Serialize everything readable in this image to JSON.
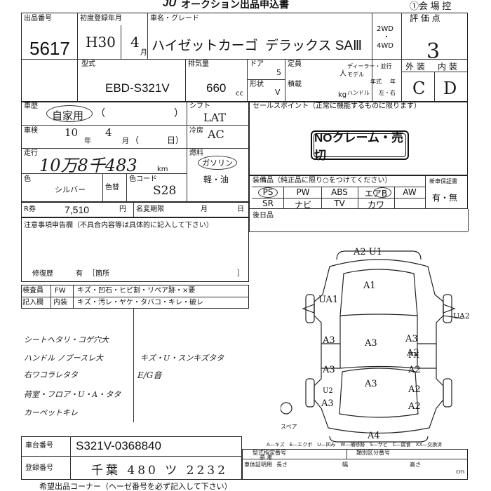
{
  "header": {
    "logo": "JU",
    "form_title": "オークション出品申込書",
    "venue_copy": "①会 場 控"
  },
  "lot": {
    "label": "出品番号",
    "value": "5617"
  },
  "registration": {
    "label": "初度登録年月",
    "era_year": "H30",
    "month": "4",
    "month_unit": "月"
  },
  "model": {
    "label": "車名・グレード",
    "name": "ハイゼットカーゴ",
    "grade": "デラックス SAⅢ",
    "drive_2wd": "2WD",
    "drive_dot": "・",
    "drive_4wd": "4WD"
  },
  "rating": {
    "label": "評 価 点",
    "score": "3",
    "ext_label": "外 装",
    "int_label": "内 装",
    "ext_grade": "C",
    "int_grade": "D"
  },
  "spec": {
    "type_label": "型式",
    "type_value": "EBD-S321V",
    "displacement_label": "排気量",
    "displacement_value": "660",
    "displacement_unit": "cc",
    "doors_label": "ドア",
    "doors_value": "5",
    "shape_label": "形状",
    "shape_value": "V",
    "capacity_label": "定員",
    "capacity_unit": "人",
    "load_label": "積載",
    "load_unit": "kg",
    "dealer_label": "ディーラー・並行",
    "model_year_label": "モデル",
    "model_year_unit": "年式",
    "handle_label": "ハンドル",
    "handle_value": "左・右",
    "year_unit": "年"
  },
  "history": {
    "label": "車歴",
    "value": "自家用",
    "paren_open": "（",
    "paren_close": "）"
  },
  "shift": {
    "label": "シフト",
    "value": "LAT"
  },
  "inspection": {
    "label": "車検",
    "year": "10",
    "year_unit": "年",
    "month": "4",
    "month_unit": "月",
    "day_open": "（",
    "day_unit": "日）"
  },
  "ac": {
    "label": "冷房",
    "value": "AC"
  },
  "mileage": {
    "label": "走行",
    "value": "10万8千483",
    "unit": "km"
  },
  "fuel": {
    "label": "燃料",
    "gasoline": "ガソリン",
    "diesel": "軽・油"
  },
  "color": {
    "label": "色",
    "value": "シルバー",
    "code_label": "色替",
    "code_label2": "色コード",
    "code_value": "S28"
  },
  "recycle": {
    "label": "R券",
    "value": "7,510",
    "unit": "円"
  },
  "name_change": {
    "label": "名変期限",
    "month": "月",
    "day": "日"
  },
  "sales_point": {
    "label": "セールスポイント（正常に機能するものに限ります）",
    "stamp": "NOクレーム・売切"
  },
  "equipment": {
    "label": "装備品（純正品に限り○をつけてください）",
    "row1": [
      "PS",
      "PW",
      "ABS",
      "エアB",
      "AW"
    ],
    "row2": [
      "SR",
      "ナビ",
      "TV",
      "カワ",
      ""
    ],
    "warranty_label": "新車保証書",
    "warranty_value": "有・無"
  },
  "later_date": {
    "label": "後日品"
  },
  "notes": {
    "label": "注意事項申告欄（不具合内容等は具体的に記入して下さい）",
    "repair_label": "修復歴",
    "repair_value": "有",
    "repair_place_open": "［箇所",
    "repair_place_close": "］"
  },
  "inspector": {
    "label1": "検査員",
    "label2": "記入欄",
    "fw": "FW",
    "fw_items": "キズ・凹石・ヒビ割・リペア跡・×要",
    "int": "内装",
    "int_items": "キズ・汚レ・ヤケ・タバコ・キレ・破レ"
  },
  "remarks": [
    "シートヘタリ・コゲ穴大",
    "ハンドル ノブースレ大",
    "キズ・U・スンキズタタ",
    "E/G音",
    "右ワコラレタタ",
    "荷室・フロア・U・A・タタ",
    "カーペットキレ"
  ],
  "damage_map": {
    "marks": [
      "A2 U1",
      "A1",
      "UA1",
      "UA2",
      "A3",
      "A3",
      "A3",
      "A2",
      "FX",
      "A2",
      "A3",
      "U2",
      "A3",
      "A2",
      "A3",
      "A2",
      "A4"
    ],
    "spare_label": "スペア",
    "legend1": "A—キズ　E—エクボ　U—凹み　W—補修跡　S—サビ　C—腐食　XX—交換済",
    "legend2": ""
  },
  "chassis": {
    "label": "車台番号",
    "value": "S321V-0368840"
  },
  "plate": {
    "label": "登録番号",
    "value": "千葉 480 ツ 2232"
  },
  "bottom_fields": {
    "spec_label": "型式指定番号",
    "class_label": "類別区分番号",
    "ref": "参 考",
    "reg_label": "車体証明用",
    "length": "長さ",
    "width": "幅",
    "height": "高さ",
    "cm": "cm"
  },
  "footer": {
    "text": "希望出品コーナー（ヘーゼ番号を必ず記入して下さい）"
  }
}
